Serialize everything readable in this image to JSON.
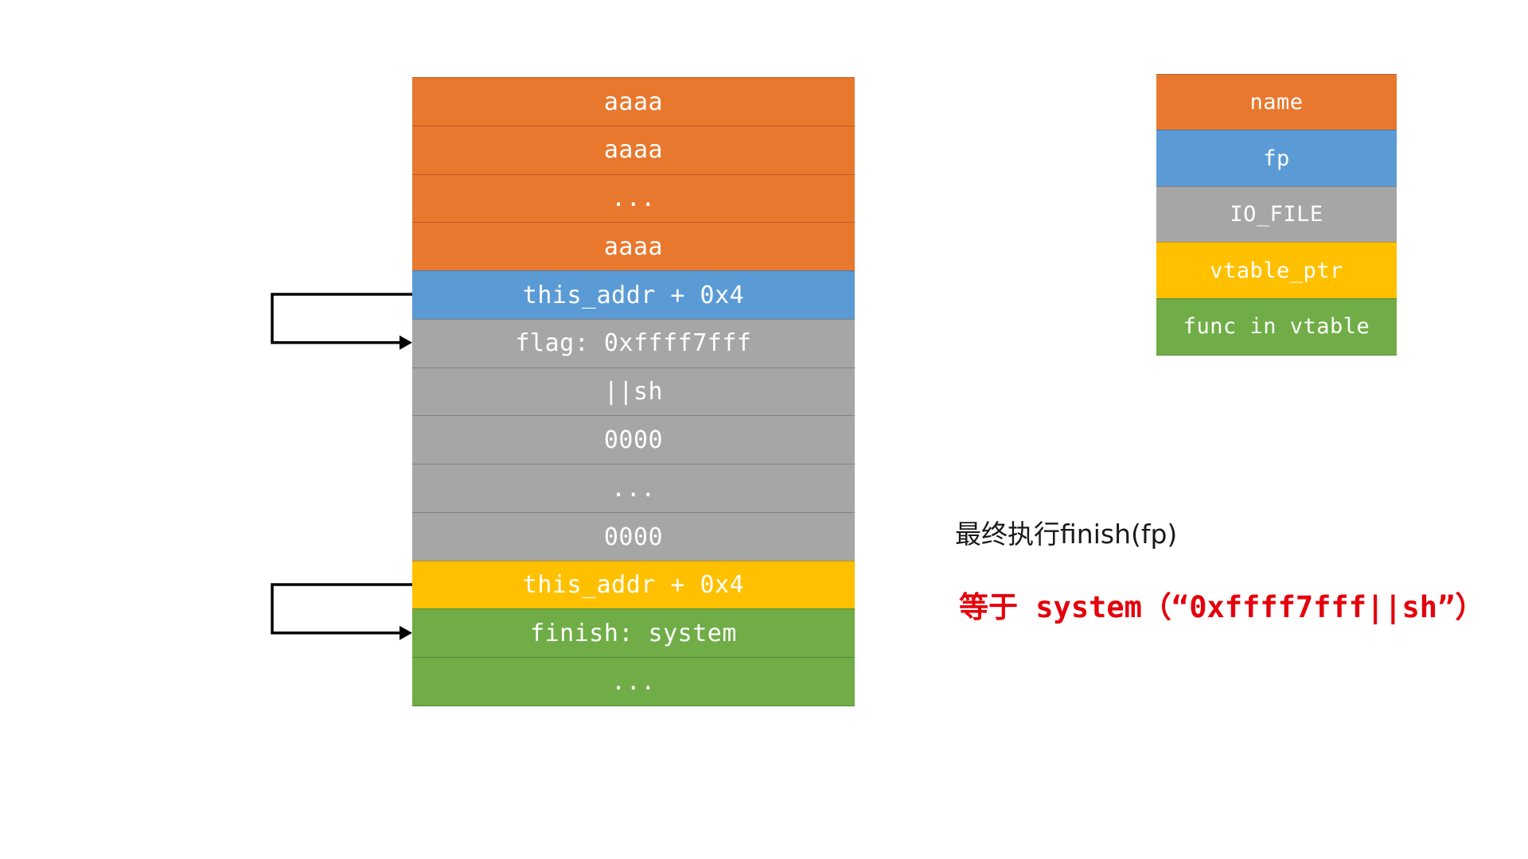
{
  "colors": {
    "orange": "#E8782E",
    "blue": "#5B9BD5",
    "gray": "#A6A6A6",
    "yellow": "#FFC000",
    "green": "#70AD47",
    "note_black": "#1A1A1A",
    "note_red": "#E4010B",
    "connector_stroke": "#000000",
    "background": "#FFFFFF"
  },
  "main_stack": {
    "name": "heap-memory-layout-stack",
    "rows": [
      {
        "label": "aaaa",
        "color": "orange",
        "region": "name"
      },
      {
        "label": "aaaa",
        "color": "orange",
        "region": "name"
      },
      {
        "label": "...",
        "color": "orange",
        "region": "name"
      },
      {
        "label": "aaaa",
        "color": "orange",
        "region": "name"
      },
      {
        "label": "this_addr + 0x4",
        "color": "blue",
        "region": "fp"
      },
      {
        "label": "flag: 0xffff7fff",
        "color": "gray",
        "region": "IO_FILE"
      },
      {
        "label": "||sh",
        "color": "gray",
        "region": "IO_FILE"
      },
      {
        "label": "0000",
        "color": "gray",
        "region": "IO_FILE"
      },
      {
        "label": "...",
        "color": "gray",
        "region": "IO_FILE"
      },
      {
        "label": "0000",
        "color": "gray",
        "region": "IO_FILE"
      },
      {
        "label": "this_addr + 0x4",
        "color": "yellow",
        "region": "vtable_ptr"
      },
      {
        "label": "finish: system",
        "color": "green",
        "region": "func in vtable"
      },
      {
        "label": "...",
        "color": "green",
        "region": "func in vtable"
      }
    ]
  },
  "legend_stack": {
    "name": "io-file-structure-legend",
    "rows": [
      {
        "label": "name",
        "color": "orange"
      },
      {
        "label": "fp",
        "color": "blue"
      },
      {
        "label": "IO_FILE",
        "color": "gray"
      },
      {
        "label": "vtable_ptr",
        "color": "yellow"
      },
      {
        "label": "func in vtable",
        "color": "green"
      }
    ]
  },
  "connectors": [
    {
      "name": "fp-to-io-file-pointer",
      "from_row": 4,
      "to_row": 5
    },
    {
      "name": "vtable-ptr-to-func-pointer",
      "from_row": 10,
      "to_row": 11
    }
  ],
  "notes": {
    "line1": "最终执行finish(fp)",
    "line2": "等于 system（“0xffff7fff||sh”）"
  }
}
